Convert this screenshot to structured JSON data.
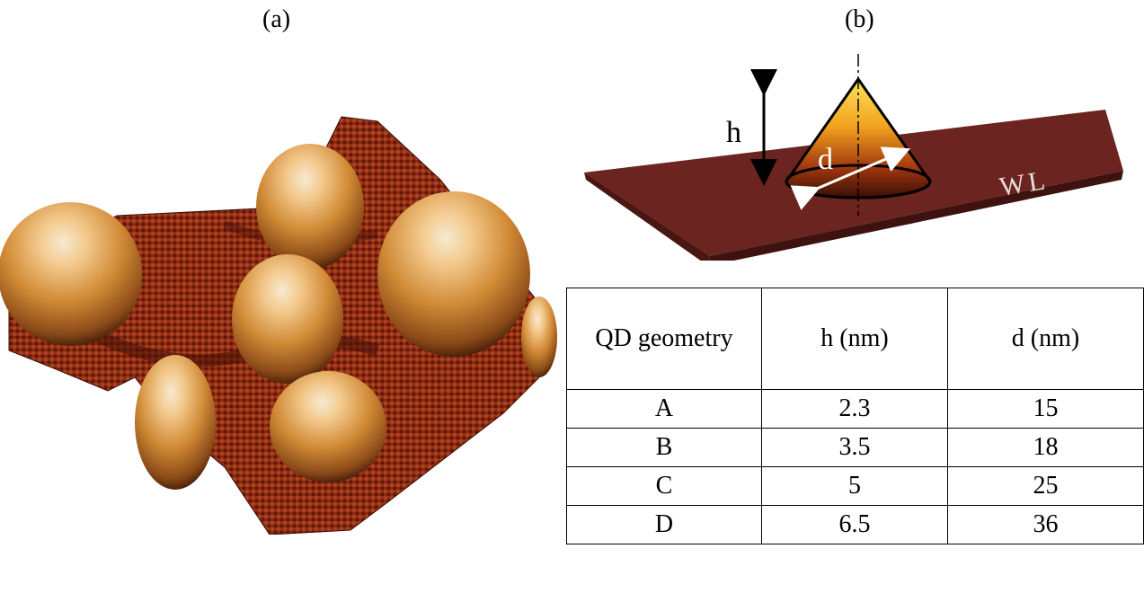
{
  "panels": {
    "a_label": "(a)",
    "b_label": "(b)"
  },
  "diagram": {
    "height_symbol": "h",
    "diameter_symbol": "d",
    "layer_label": "WL"
  },
  "table": {
    "headers": [
      "QD geometry",
      "h (nm)",
      "d (nm)"
    ],
    "rows": [
      [
        "A",
        "2.3",
        "15"
      ],
      [
        "B",
        "3.5",
        "18"
      ],
      [
        "C",
        "5",
        "25"
      ],
      [
        "D",
        "6.5",
        "36"
      ]
    ]
  },
  "colors": {
    "substrate": "#6b2420",
    "afm_background": "#8a2a12",
    "dot_highlight": "#f6ead2",
    "dot_mid": "#c9812e",
    "cone_top": "#ffd23a",
    "cone_bottom": "#3a0f05"
  }
}
